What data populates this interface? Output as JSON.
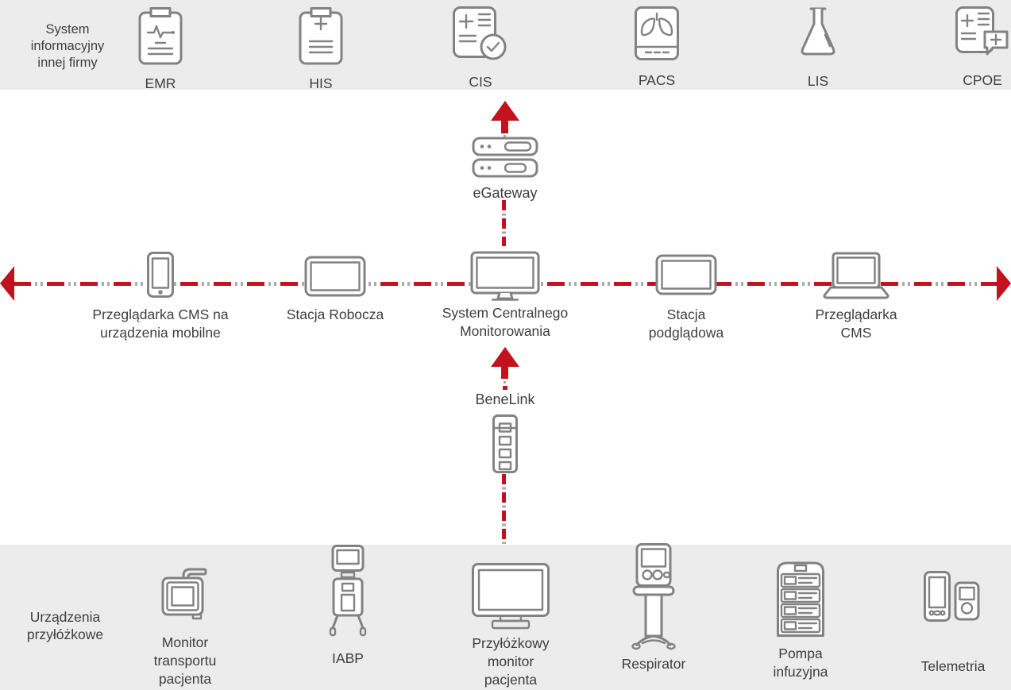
{
  "colors": {
    "band_background": "#ececec",
    "network_red": "#c2121e",
    "icon_gray": "#828282",
    "text_gray": "#3e3e3e"
  },
  "top_band": {
    "title": "System\ninformacyjny\ninnej firmy",
    "items": [
      {
        "label": "EMR",
        "icon": "clipboard-ecg-icon"
      },
      {
        "label": "HIS",
        "icon": "clipboard-plus-icon"
      },
      {
        "label": "CIS",
        "icon": "document-check-icon"
      },
      {
        "label": "PACS",
        "icon": "tablet-lungs-icon"
      },
      {
        "label": "LIS",
        "icon": "lab-flask-icon"
      },
      {
        "label": "CPOE",
        "icon": "document-comment-icon"
      }
    ]
  },
  "network": {
    "egateway_label": "eGateway",
    "benelink_label": "BeneLink",
    "nodes": [
      {
        "label": "Przeglądarka CMS na\nurządzenia mobilne",
        "icon": "smartphone-icon"
      },
      {
        "label": "Stacja Robocza",
        "icon": "tablet-icon"
      },
      {
        "label": "System Centralnego\nMonitorowania",
        "icon": "desktop-monitor-icon"
      },
      {
        "label": "Stacja\npodglądowa",
        "icon": "tablet-icon"
      },
      {
        "label": "Przeglądarka\nCMS",
        "icon": "laptop-icon"
      }
    ]
  },
  "bottom_band": {
    "title": "Urządzenia\nprzyłóżkowe",
    "items": [
      {
        "label": "Monitor\ntransportu\npacjenta",
        "icon": "transport-monitor-icon"
      },
      {
        "label": "IABP",
        "icon": "iabp-cart-icon"
      },
      {
        "label": "Przyłóżkowy\nmonitor\npacjenta",
        "icon": "bedside-monitor-icon"
      },
      {
        "label": "Respirator",
        "icon": "ventilator-icon"
      },
      {
        "label": "Pompa\ninfuzyjna",
        "icon": "infusion-pump-icon"
      },
      {
        "label": "Telemetria",
        "icon": "telemetry-icon"
      }
    ]
  }
}
